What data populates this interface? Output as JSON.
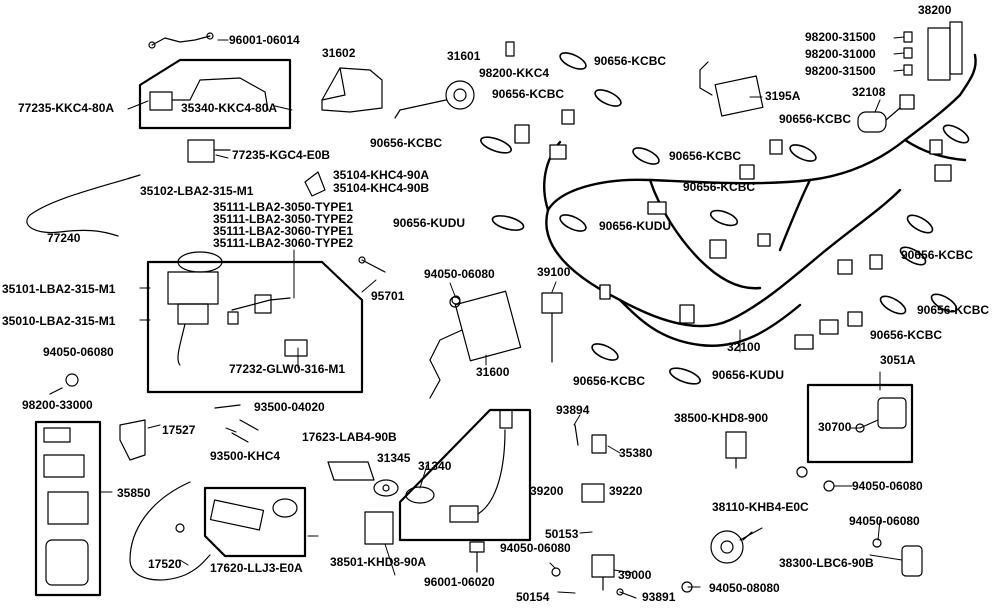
{
  "diagram": {
    "part_labels": [
      "96001-06014",
      "31602",
      "31601",
      "98200-KKC4",
      "90656-KCBC",
      "38200",
      "98200-31500",
      "98200-31000",
      "98200-31500",
      "77235-KKC4-80A",
      "35340-KKC4-80A",
      "90656-KCBC",
      "3195A",
      "32108",
      "90656-KCBC",
      "77235-KGC4-E0B",
      "90656-KCBC",
      "90656-KCBC",
      "35104-KHC4-90A",
      "35104-KHC4-90B",
      "35102-LBA2-315-M1",
      "90656-KCBC",
      "35111-LBA2-3050-TYPE1",
      "35111-LBA2-3050-TYPE2",
      "35111-LBA2-3060-TYPE1",
      "35111-LBA2-3060-TYPE2",
      "90656-KUDU",
      "90656-KUDU",
      "77240",
      "90656-KCBC",
      "94050-06080",
      "39100",
      "35101-LBA2-315-M1",
      "95701",
      "90656-KCBC",
      "35010-LBA2-315-M1",
      "90656-KCBC",
      "32100",
      "94050-06080",
      "31600",
      "77232-GLW0-316-M1",
      "90656-KCBC",
      "90656-KUDU",
      "3051A",
      "98200-33000",
      "93500-04020",
      "93894",
      "38500-KHD8-900",
      "17527",
      "30700",
      "17623-LAB4-90B",
      "35380",
      "93500-KHC4",
      "31345",
      "31340",
      "94050-06080",
      "35850",
      "39200",
      "39220",
      "38110-KHB4-E0C",
      "94050-06080",
      "50153",
      "94050-06080",
      "38300-LBC6-90B",
      "17520",
      "17620-LLJ3-E0A",
      "38501-KHD8-90A",
      "96001-06020",
      "39000",
      "50154",
      "93891",
      "94050-08080"
    ]
  }
}
